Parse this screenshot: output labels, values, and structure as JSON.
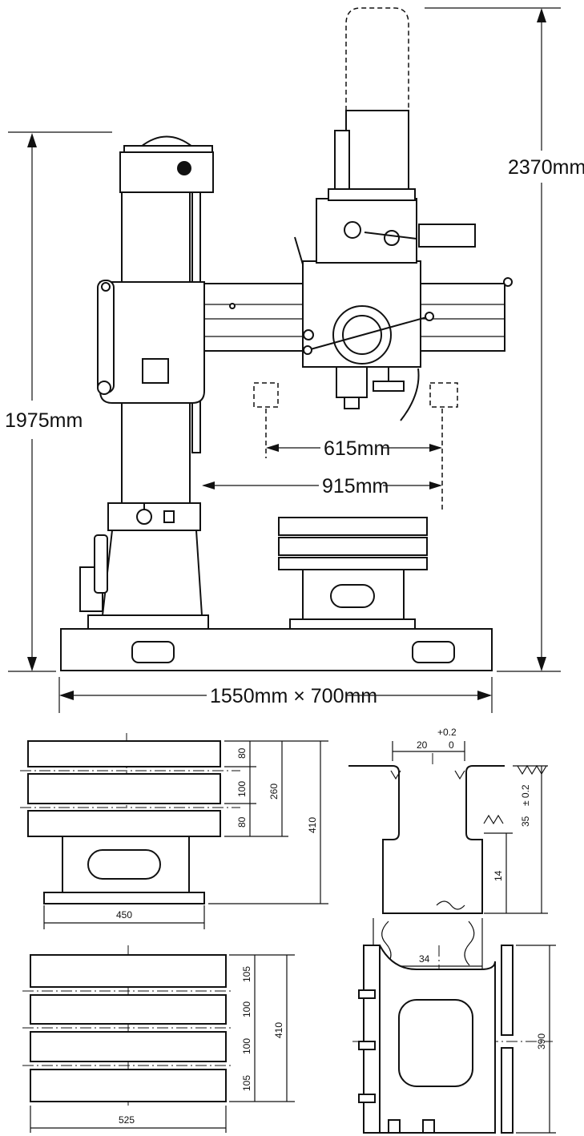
{
  "machine": {
    "height_label": "1975mm",
    "max_height_label": "2370mm",
    "arm_min_label": "615mm",
    "arm_max_label": "915mm",
    "base_label": "1550mm × 700mm"
  },
  "table_small": {
    "slot_1": "80",
    "slot_2": "100",
    "slot_3": "80",
    "top_height": "260",
    "total_height": "410",
    "width": "450"
  },
  "table_large": {
    "slot_1": "105",
    "slot_2": "100",
    "slot_3": "100",
    "slot_4": "105",
    "total_height": "410",
    "width": "525"
  },
  "tslot": {
    "tol_upper": "+0.2",
    "tol_lower": "0",
    "opening": "20",
    "depth_tol": "± 0.2",
    "depth": "35",
    "neck": "14",
    "head_width": "34"
  },
  "column_base": {
    "height": "390"
  }
}
